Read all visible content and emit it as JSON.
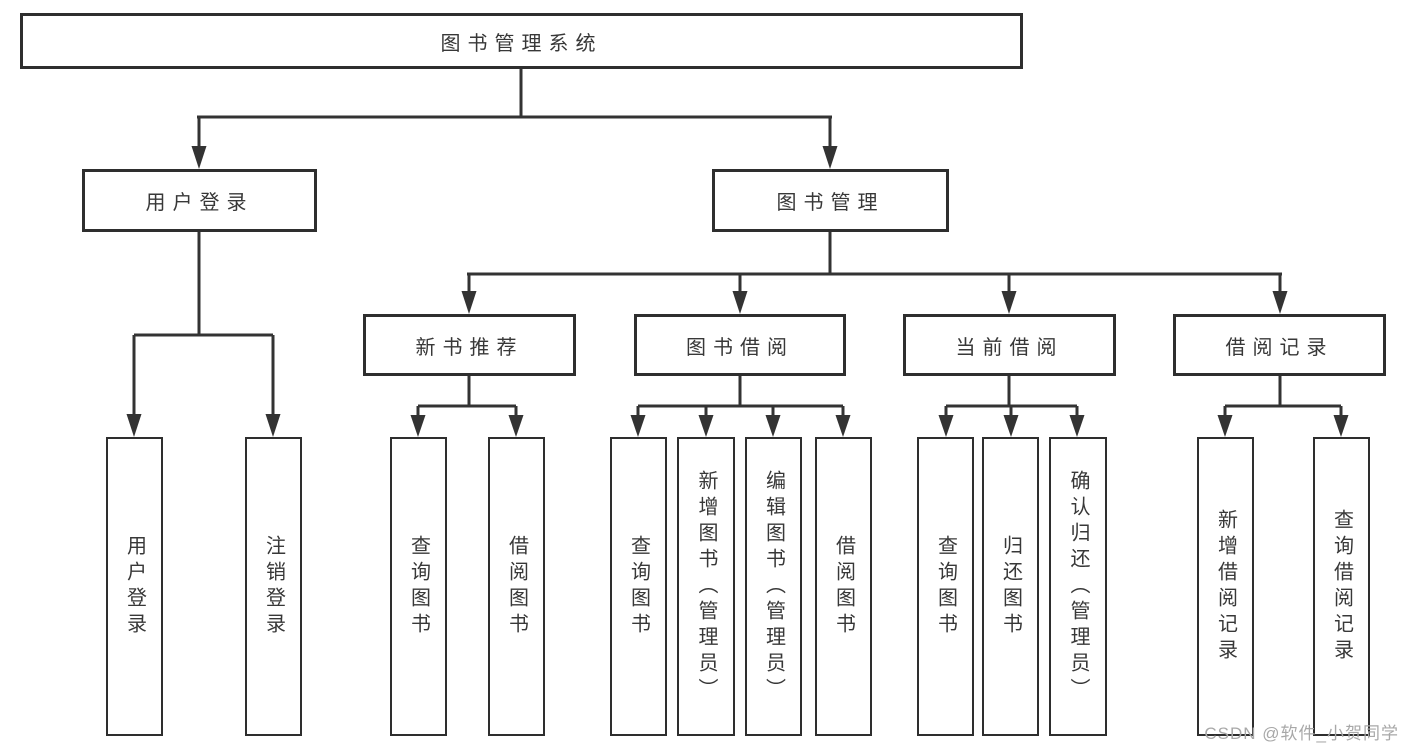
{
  "tree": {
    "label": "图书管理系统",
    "children": [
      {
        "label": "用户登录",
        "children": [
          {
            "label": "用户登录"
          },
          {
            "label": "注销登录"
          }
        ]
      },
      {
        "label": "图书管理",
        "children": [
          {
            "label": "新书推荐",
            "children": [
              {
                "label": "查询图书"
              },
              {
                "label": "借阅图书"
              }
            ]
          },
          {
            "label": "图书借阅",
            "children": [
              {
                "label": "查询图书"
              },
              {
                "label": "新增图书（管理员）"
              },
              {
                "label": "编辑图书（管理员）"
              },
              {
                "label": "借阅图书"
              }
            ]
          },
          {
            "label": "当前借阅",
            "children": [
              {
                "label": "查询图书"
              },
              {
                "label": "归还图书"
              },
              {
                "label": "确认归还（管理员）"
              }
            ]
          },
          {
            "label": "借阅记录",
            "children": [
              {
                "label": "新增借阅记录"
              },
              {
                "label": "查询借阅记录"
              }
            ]
          }
        ]
      }
    ]
  },
  "watermark": "CSDN @软件_小贺同学",
  "colors": {
    "line": "#333333",
    "box_border": "#2e2e2e",
    "text": "#383838",
    "watermark": "#a8a8a8",
    "background": "#ffffff"
  }
}
